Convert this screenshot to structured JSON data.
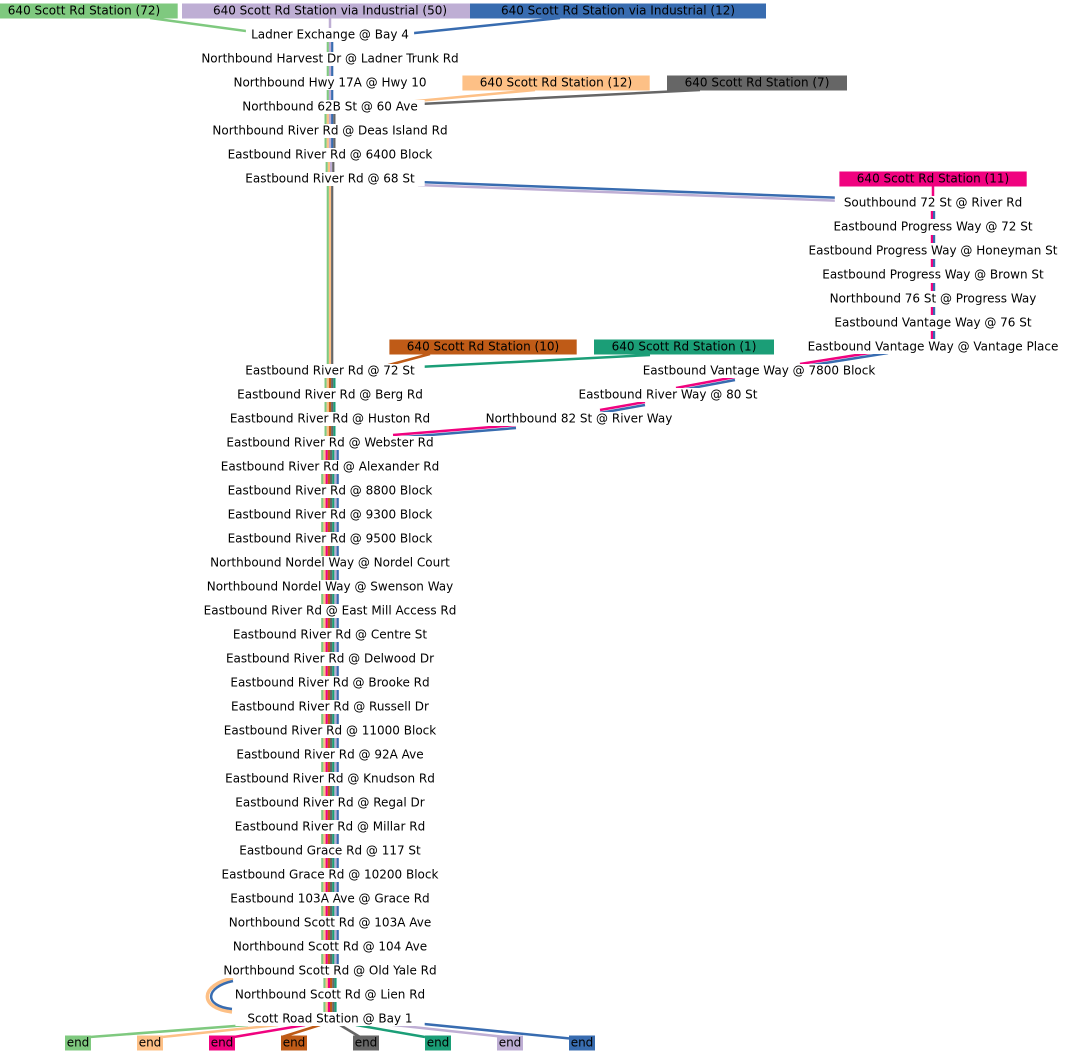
{
  "diagram": {
    "route_colors": {
      "green": "#7fc97f",
      "lavender": "#beaed4",
      "peach": "#fdc086",
      "navy": "#386cb0",
      "magenta": "#f0027f",
      "brown": "#bf5b17",
      "gray": "#666666",
      "teal": "#1b9e77"
    },
    "origins": [
      {
        "id": "o_green",
        "label": "640 Scott Rd Station (72)",
        "color": "#7fc97f"
      },
      {
        "id": "o_lav",
        "label": "640 Scott Rd Station via Industrial (50)",
        "color": "#beaed4"
      },
      {
        "id": "o_navy",
        "label": "640 Scott Rd Station via Industrial (12)",
        "color": "#386cb0"
      },
      {
        "id": "o_peach",
        "label": "640 Scott Rd Station (12)",
        "color": "#fdc086"
      },
      {
        "id": "o_gray",
        "label": "640 Scott Rd Station (7)",
        "color": "#666666"
      },
      {
        "id": "o_mag",
        "label": "640 Scott Rd Station (11)",
        "color": "#f0027f"
      },
      {
        "id": "o_brown",
        "label": "640 Scott Rd Station (10)",
        "color": "#bf5b17"
      },
      {
        "id": "o_teal",
        "label": "640 Scott Rd Station (1)",
        "color": "#1b9e77"
      }
    ],
    "main_stops": [
      "Ladner Exchange @ Bay 4",
      "Northbound Harvest Dr @ Ladner Trunk Rd",
      "Northbound Hwy 17A @ Hwy 10",
      "Northbound 62B St @ 60 Ave",
      "Northbound River Rd @ Deas Island Rd",
      "Eastbound River Rd @ 6400 Block",
      "Eastbound River Rd @ 68 St",
      "Eastbound River Rd @ 72 St",
      "Eastbound River Rd @ Berg Rd",
      "Eastbound River Rd @ Huston Rd",
      "Eastbound River Rd @ Webster Rd",
      "Eastbound River Rd @ Alexander Rd",
      "Eastbound River Rd @ 8800 Block",
      "Eastbound River Rd @ 9300 Block",
      "Eastbound River Rd @ 9500 Block",
      "Northbound Nordel Way @ Nordel Court",
      "Northbound Nordel Way @ Swenson Way",
      "Eastbound River Rd @ East Mill Access Rd",
      "Eastbound River Rd @ Centre St",
      "Eastbound River Rd @ Delwood Dr",
      "Eastbound River Rd @ Brooke Rd",
      "Eastbound River Rd @ Russell Dr",
      "Eastbound River Rd @ 11000 Block",
      "Eastbound River Rd @ 92A Ave",
      "Eastbound River Rd @ Knudson Rd",
      "Eastbound River Rd @ Regal Dr",
      "Eastbound River Rd @ Millar Rd",
      "Eastbound Grace Rd @ 117 St",
      "Eastbound Grace Rd @ 10200 Block",
      "Eastbound 103A Ave @ Grace Rd",
      "Northbound Scott Rd @ 103A Ave",
      "Northbound Scott Rd @ 104 Ave",
      "Northbound Scott Rd @ Old Yale Rd",
      "Northbound Scott Rd @ Lien Rd",
      "Scott Road Station @ Bay 1"
    ],
    "industrial_stops": [
      "Southbound 72 St @ River Rd",
      "Eastbound Progress Way @ 72 St",
      "Eastbound Progress Way @ Honeyman St",
      "Eastbound Progress Way @ Brown St",
      "Northbound 76 St @ Progress Way",
      "Eastbound Vantage Way @ 76 St",
      "Eastbound Vantage Way @ Vantage Place",
      "Eastbound Vantage Way @ 7800 Block",
      "Eastbound River Way @ 80 St",
      "Northbound 82 St @ River Way"
    ],
    "end_label": "end",
    "ends": [
      {
        "id": "e_green",
        "color": "#7fc97f"
      },
      {
        "id": "e_peach",
        "color": "#fdc086"
      },
      {
        "id": "e_mag",
        "color": "#f0027f"
      },
      {
        "id": "e_brown",
        "color": "#bf5b17"
      },
      {
        "id": "e_gray",
        "color": "#666666"
      },
      {
        "id": "e_teal",
        "color": "#1b9e77"
      },
      {
        "id": "e_lav",
        "color": "#beaed4"
      },
      {
        "id": "e_navy",
        "color": "#386cb0"
      }
    ]
  }
}
